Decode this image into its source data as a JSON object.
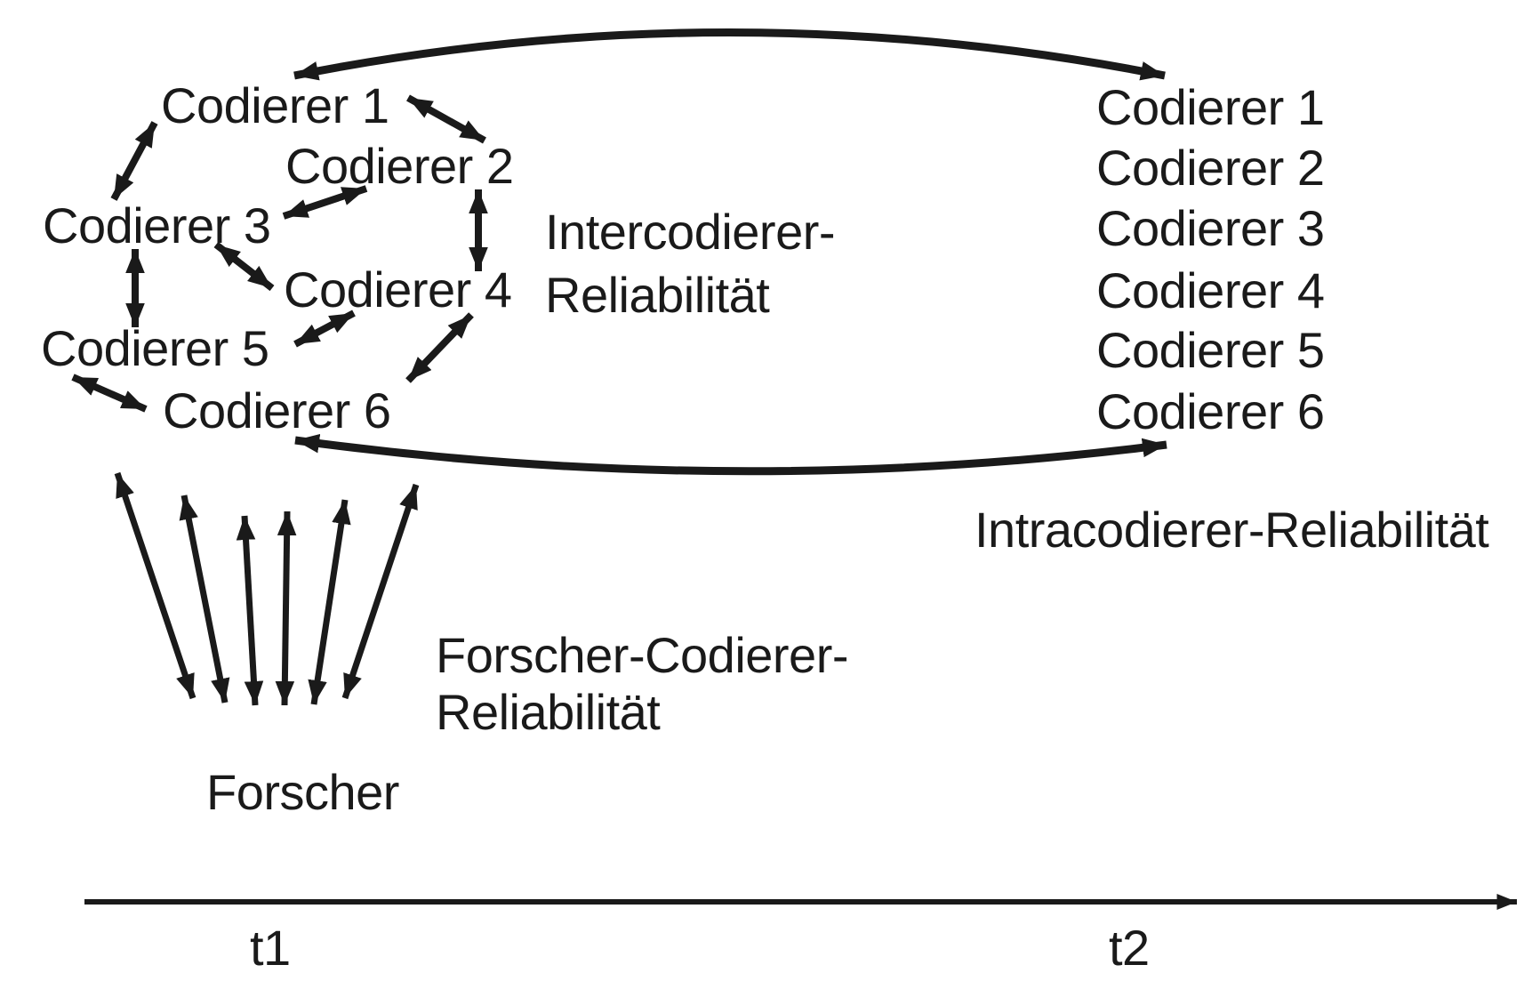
{
  "colors": {
    "ink": "#1a1a1a",
    "background": "#ffffff"
  },
  "left_cluster": {
    "items": [
      "Codierer 1",
      "Codierer 2",
      "Codierer 3",
      "Codierer 4",
      "Codierer 5",
      "Codierer 6"
    ]
  },
  "right_column": {
    "items": [
      "Codierer 1",
      "Codierer 2",
      "Codierer 3",
      "Codierer 4",
      "Codierer 5",
      "Codierer 6"
    ]
  },
  "labels": {
    "intercoder_reliability_line1": "Intercodierer-",
    "intercoder_reliability_line2": "Reliabilität",
    "intracoder_reliability": "Intracodierer-Reliabilität",
    "researcher_coder_reliability_line1": "Forscher-Codierer-",
    "researcher_coder_reliability_line2": "Reliabilität",
    "researcher": "Forscher"
  },
  "timeline": {
    "t1": "t1",
    "t2": "t2"
  }
}
